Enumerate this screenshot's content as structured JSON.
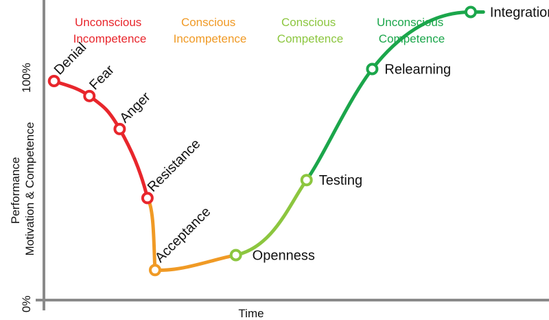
{
  "chart_data": {
    "type": "line",
    "xlabel": "Time",
    "ylabel_lines": [
      "Performance",
      "Motivation & Competence"
    ],
    "y_ticks": [
      "0%",
      "100%"
    ],
    "ylim": [
      0,
      100
    ],
    "xlim": [
      0,
      100
    ],
    "phases": [
      {
        "line1": "Unconscious",
        "line2": "Incompetence",
        "color": "#e8262c"
      },
      {
        "line1": "Conscious",
        "line2": "Incompetence",
        "color": "#f09a25"
      },
      {
        "line1": "Conscious",
        "line2": "Competence",
        "color": "#8cc63f"
      },
      {
        "line1": "Unconscious",
        "line2": "Competence",
        "color": "#1ba64b"
      }
    ],
    "points": [
      {
        "label": "Denial",
        "x": 2,
        "y": 73,
        "phase": 0
      },
      {
        "label": "Fear",
        "x": 9,
        "y": 68,
        "phase": 0
      },
      {
        "label": "Anger",
        "x": 15,
        "y": 57,
        "phase": 0
      },
      {
        "label": "Resistance",
        "x": 20.5,
        "y": 34,
        "phase": 0
      },
      {
        "label": "Acceptance",
        "x": 22,
        "y": 10,
        "phase": 1
      },
      {
        "label": "Openness",
        "x": 38,
        "y": 15,
        "phase": 2
      },
      {
        "label": "Testing",
        "x": 52,
        "y": 40,
        "phase": 2
      },
      {
        "label": "Relearning",
        "x": 65,
        "y": 77,
        "phase": 3
      },
      {
        "label": "Integration",
        "x": 84.5,
        "y": 96,
        "phase": 3
      }
    ],
    "end_x": 87,
    "grid": false
  }
}
